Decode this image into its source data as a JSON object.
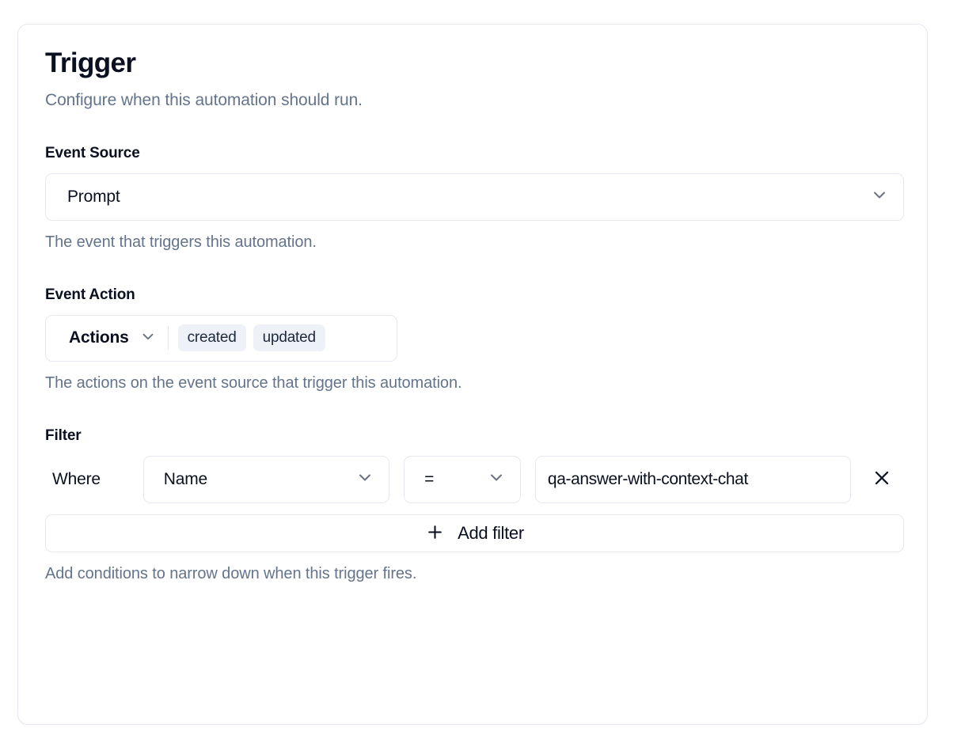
{
  "card": {
    "title": "Trigger",
    "subtitle": "Configure when this automation should run."
  },
  "event_source": {
    "label": "Event Source",
    "value": "Prompt",
    "help": "The event that triggers this automation.",
    "chevron_icon": "chevron-down-icon"
  },
  "event_action": {
    "label": "Event Action",
    "trigger_label": "Actions",
    "tags": [
      "created",
      "updated"
    ],
    "help": "The actions on the event source that trigger this automation.",
    "chevron_icon": "chevron-down-icon"
  },
  "filter": {
    "label": "Filter",
    "where_label": "Where",
    "field_value": "Name",
    "operator_value": "=",
    "value": "qa-answer-with-context-chat",
    "value_placeholder": "Value",
    "remove_icon": "close-icon",
    "add_filter_label": "Add filter",
    "add_filter_icon": "plus-icon",
    "help": "Add conditions to narrow down when this trigger fires."
  },
  "colors": {
    "text_primary": "#0b1020",
    "text_muted": "#64748b",
    "border": "#e6e8ef",
    "tag_bg": "#eef1f7",
    "icon_muted": "#6b7280",
    "surface": "#ffffff"
  }
}
